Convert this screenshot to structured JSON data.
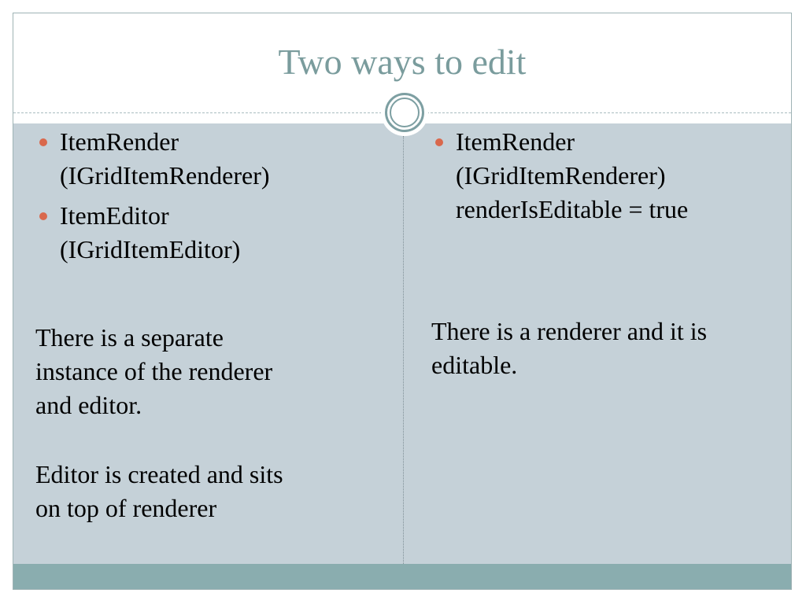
{
  "slide": {
    "title": "Two ways to edit"
  },
  "left_column": {
    "bullets": [
      {
        "lines": [
          "ItemRender",
          "(IGridItemRenderer)"
        ]
      },
      {
        "lines": [
          "ItemEditor",
          "(IGridItemEditor)"
        ]
      }
    ],
    "paragraphs": [
      {
        "lines": [
          "There is a separate",
          "instance of the renderer",
          "and editor."
        ]
      },
      {
        "lines": [
          "Editor is created and sits",
          "on top of renderer"
        ]
      }
    ]
  },
  "right_column": {
    "bullets": [
      {
        "lines": [
          "ItemRender",
          "(IGridItemRenderer)",
          "renderIsEditable = true"
        ]
      }
    ],
    "paragraphs": [
      {
        "lines": [
          "There is a renderer and it is",
          "editable."
        ]
      }
    ]
  },
  "colors": {
    "title": "#7a9c9d",
    "content_background": "#c5d1d8",
    "footer_band": "#8aadaf",
    "bullet": "#d9684c"
  },
  "icons": {
    "title_divider_ornament": "double-circle"
  }
}
